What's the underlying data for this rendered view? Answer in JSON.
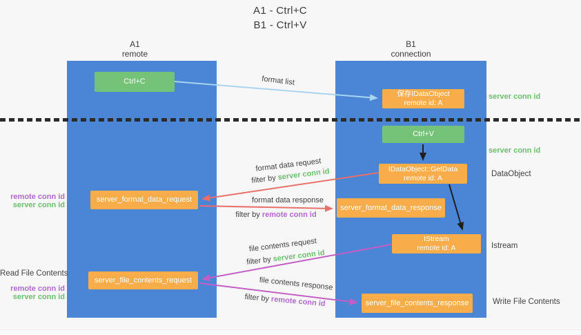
{
  "title": {
    "line1": "A1 - Ctrl+C",
    "line2": "B1 - Ctrl+V"
  },
  "lanes": {
    "a": {
      "name": "A1",
      "role": "remote"
    },
    "b": {
      "name": "B1",
      "role": "connection"
    }
  },
  "boxes": {
    "ctrl_c": {
      "label": "Ctrl+C"
    },
    "save_idataobject": {
      "line1": "保存IDataObject",
      "line2": "remote id: A"
    },
    "ctrl_v": {
      "label": "Ctrl+V"
    },
    "idataobject_getdata": {
      "line1": "IDataObject::GetData",
      "line2": "remote id: A"
    },
    "server_format_data_request": {
      "label": "server_format_data_request"
    },
    "server_format_data_response": {
      "label": "server_format_data_response"
    },
    "istream": {
      "line1": "IStream",
      "line2": "remote id: A"
    },
    "server_file_contents_request": {
      "label": "server_file_contents_request"
    },
    "server_file_contents_response": {
      "label": "server_file_contents_response"
    }
  },
  "arrow_labels": {
    "format_list": "format list",
    "format_data_request": "format data request",
    "format_data_response": "format data response",
    "file_contents_request": "file contents request",
    "file_contents_response": "file contents response",
    "filter_by": "filter by ",
    "server_conn_id": "server conn id",
    "remote_conn_id": "remote conn id"
  },
  "side_labels": {
    "server_conn_id": "server conn id",
    "remote_conn_id": "remote conn id",
    "dataobject": "DataObject",
    "istream": "Istream",
    "read_file_contents": "Read File Contents",
    "write_file_contents": "Write File Contents"
  },
  "colors": {
    "lane_blue": "#4a85d6",
    "box_green": "#74c378",
    "box_orange": "#f9ad4a",
    "green_text": "#6abf6d",
    "purple_text": "#b168cd",
    "red_arrow": "#e9706a",
    "magenta_arrow": "#c45ec5",
    "light_blue_arrow": "#a8d4f0",
    "black_arrow": "#1f1f1f"
  }
}
